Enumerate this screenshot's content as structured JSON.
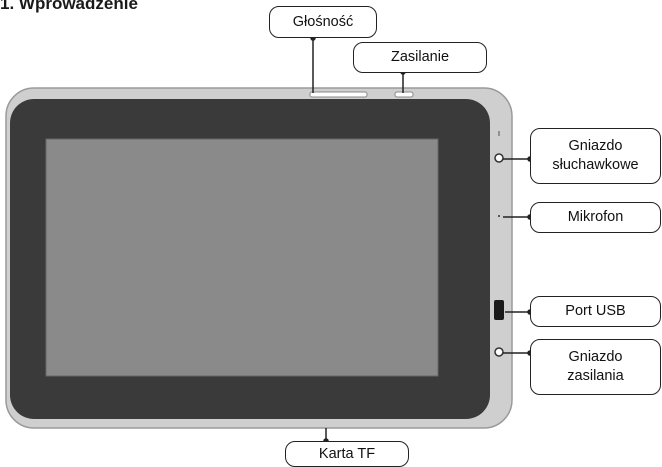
{
  "heading": "1. Wprowadzenie",
  "callouts": {
    "volume": "Głośność",
    "power": "Zasilanie",
    "headphone_jack": "Gniazdo\nsłuchawkowe",
    "microphone": "Mikrofon",
    "usb_port": "Port USB",
    "power_jack": "Gniazdo\nzasilania",
    "tf_card": "Karta TF"
  },
  "colors": {
    "body": "#cfcfcf",
    "bezel": "#3a3a3a",
    "screen": "#8a8a8a",
    "line": "#222222"
  }
}
